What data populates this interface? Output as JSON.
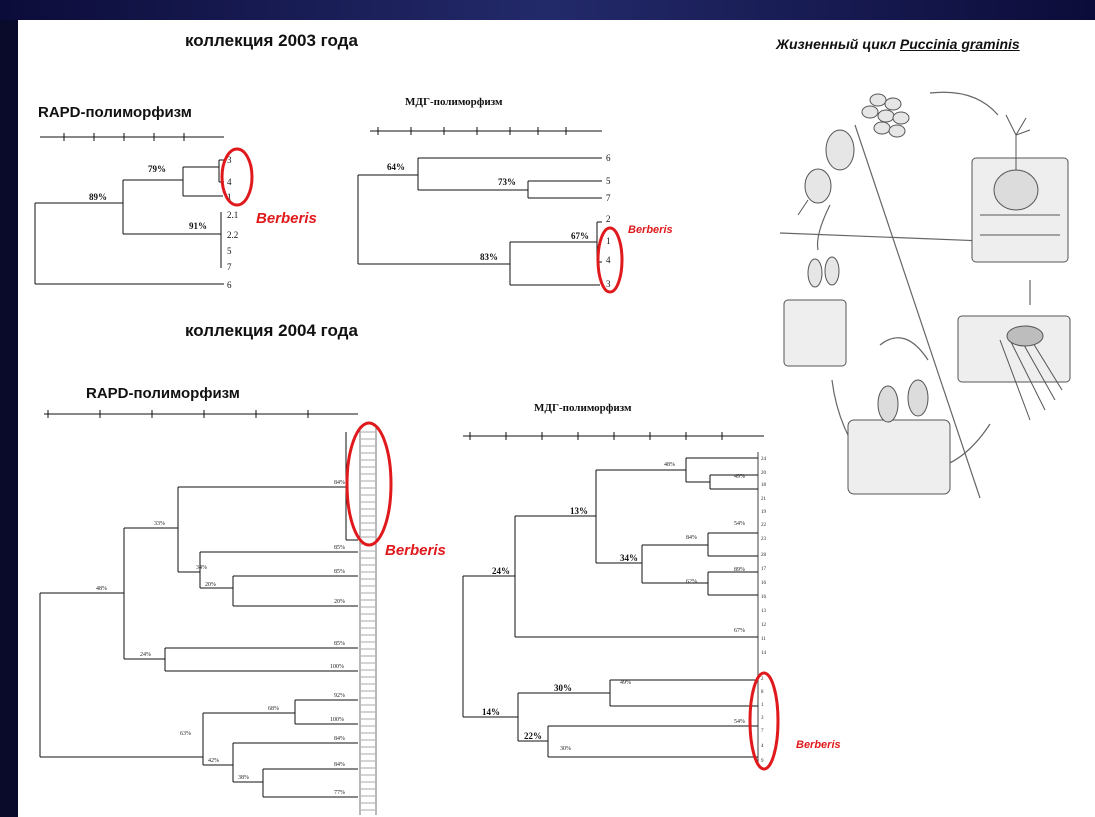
{
  "headings": {
    "collection_2003": "коллекция 2003 года",
    "collection_2004": "коллекция 2004 года",
    "life_cycle_prefix": "Жизненный цикл ",
    "life_cycle_species": "Puccinia graminis"
  },
  "trees": {
    "rapd_2003": {
      "title": "RAPD-полиморфизм",
      "leaves": [
        "3",
        "4",
        "1",
        "2.1",
        "2.2",
        "5",
        "7",
        "6"
      ],
      "support": [
        "79%",
        "89%",
        "91%"
      ],
      "highlight": "Berberis"
    },
    "mdg_2003": {
      "title": "МДГ-полиморфизм",
      "leaves": [
        "6",
        "5",
        "7",
        "2",
        "1",
        "4",
        "3"
      ],
      "support": [
        "64%",
        "73%",
        "67%",
        "83%"
      ],
      "highlight": "Berberis"
    },
    "rapd_2004": {
      "title": "RAPD-полиморфизм",
      "support": [
        "84%",
        "33%",
        "85%",
        "34%",
        "85%",
        "20%",
        "20%",
        "48%",
        "85%",
        "24%",
        "100%",
        "92%",
        "68%",
        "100%",
        "63%",
        "84%",
        "42%",
        "84%",
        "38%",
        "77%"
      ],
      "highlight": "Berberis"
    },
    "mdg_2004": {
      "title": "МДГ-полиморфизм",
      "leaves": [
        "24",
        "20",
        "18",
        "21",
        "19",
        "22",
        "23",
        "28",
        "17",
        "16",
        "16",
        "13",
        "12",
        "11",
        "14",
        "2",
        "8",
        "1",
        "3",
        "7",
        "4",
        "9"
      ],
      "support": [
        "48%",
        "49%",
        "13%",
        "54%",
        "84%",
        "34%",
        "89%",
        "62%",
        "67%",
        "24%",
        "49%",
        "30%",
        "14%",
        "54%",
        "22%",
        "30%"
      ],
      "highlight": "Berberis"
    }
  },
  "colors": {
    "highlight": "#e0191c",
    "line": "#111111",
    "background": "#0a0a2a"
  }
}
